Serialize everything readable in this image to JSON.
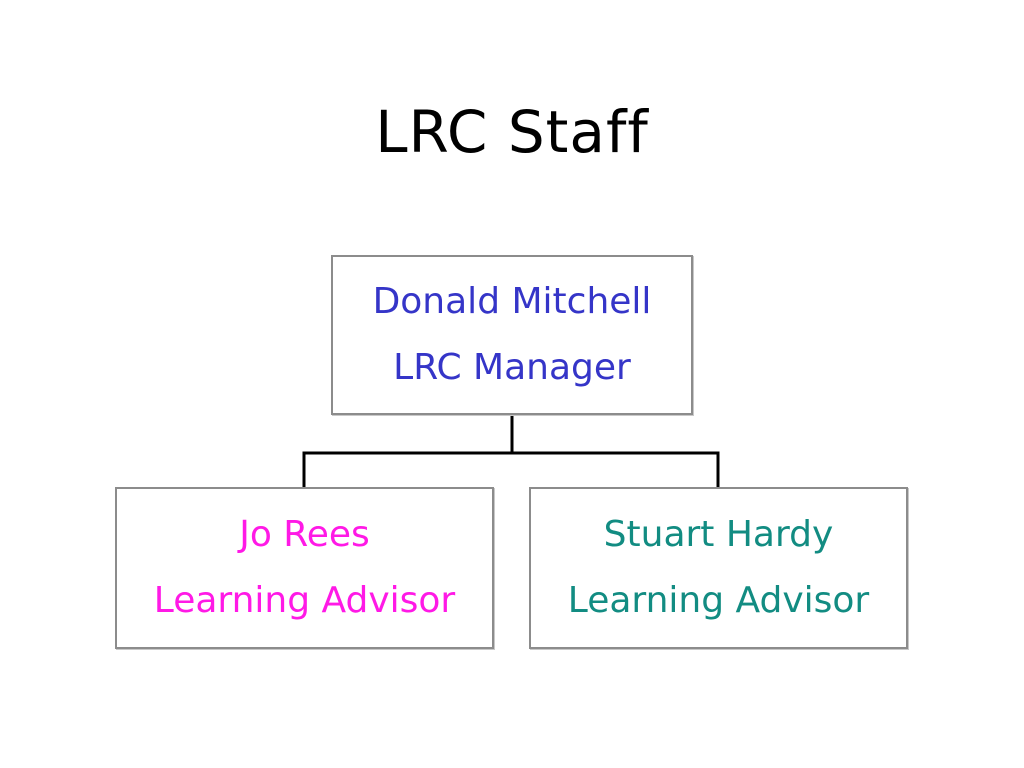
{
  "title": "LRC Staff",
  "colors": {
    "manager": "#3535c8",
    "jo": "#ff19e6",
    "stuart": "#128c82",
    "border": "#8c8c8c",
    "connector": "#000000"
  },
  "org_chart": {
    "manager": {
      "name": "Donald Mitchell",
      "role": "LRC Manager"
    },
    "reports": [
      {
        "name": "Jo Rees",
        "role": "Learning Advisor"
      },
      {
        "name": "Stuart Hardy",
        "role": "Learning Advisor"
      }
    ]
  }
}
